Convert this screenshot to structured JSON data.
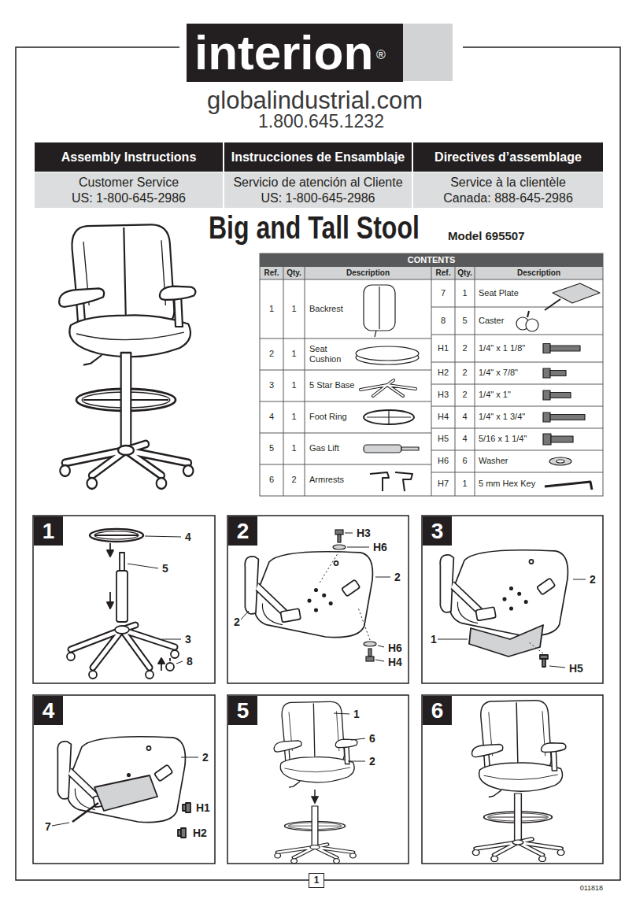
{
  "diagram": {
    "title": "Big and Tall Stool",
    "nodes": [
      {
        "text": [
          "interion",
          "®"
        ]
      },
      {
        "text": [
          "Assembly Instructions"
        ]
      },
      {
        "text": [
          "Instrucciones de Ensamblaje"
        ]
      },
      {
        "text": [
          "Directives d’assemblage"
        ]
      },
      {
        "text": [
          "Customer Service",
          "US: 1-800-645-2986"
        ]
      },
      {
        "text": [
          "Servicio de atención al Cliente",
          "US: 1-800-645-2986"
        ]
      },
      {
        "text": [
          "Service à la clientèle",
          "Canada: 888-645-2986"
        ]
      },
      {
        "text": [
          "CONTENTS"
        ]
      },
      {
        "text": [
          "1"
        ]
      },
      {
        "text": [
          "2"
        ]
      },
      {
        "text": [
          "3"
        ]
      },
      {
        "text": [
          "4"
        ]
      },
      {
        "text": [
          "5"
        ]
      },
      {
        "text": [
          "6"
        ]
      },
      {
        "text": [
          "1"
        ]
      }
    ],
    "labels": [
      "globalindustrial.com",
      "1.800.645.1232",
      "Model 695507",
      "Ref.",
      "Qty.",
      "Description",
      "Ref.",
      "Qty.",
      "Description",
      "1",
      "1",
      "Backrest",
      "2",
      "1",
      "Seat Cushion",
      "3",
      "1",
      "5 Star Base",
      "4",
      "1",
      "Foot Ring",
      "5",
      "1",
      "Gas Lift",
      "6",
      "2",
      "Armrests",
      "7",
      "1",
      "Seat Plate",
      "8",
      "5",
      "Caster",
      "H1",
      "2",
      "1/4\" x 1 1/8\"",
      "H2",
      "2",
      "1/4\" x 7/8\"",
      "H3",
      "2",
      "1/4\" x 1\"",
      "H4",
      "4",
      "1/4\" x 1 3/4\"",
      "H5",
      "4",
      "5/16 x 1 1/4\"",
      "H6",
      "6",
      "Washer",
      "H7",
      "1",
      "5 mm Hex Key",
      "4",
      "5",
      "3",
      "8",
      "H3",
      "H6",
      "2",
      "2",
      "H6",
      "H4",
      "2",
      "1",
      "H5",
      "2",
      "7",
      "H1",
      "H2",
      "1",
      "6",
      "2",
      "011818"
    ]
  }
}
